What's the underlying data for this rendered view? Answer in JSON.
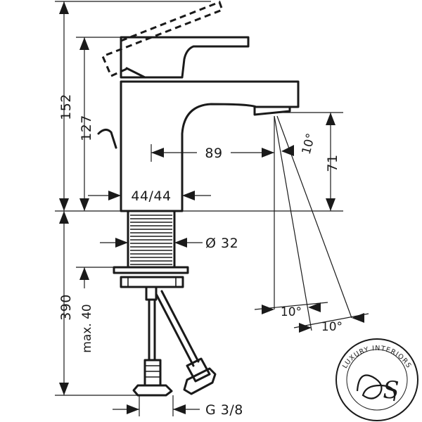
{
  "dimensions": {
    "total_height": "152",
    "spout_height": "127",
    "projection": "89",
    "outlet_height": "71",
    "base": "44/44",
    "shank_diameter": "Ø 32",
    "hose_length": "390",
    "max_deck": "max. 40",
    "thread": "G 3/8",
    "angle_spout": "10°",
    "angle_bottom_left": "10°",
    "angle_bottom_right": "10°"
  },
  "logo": {
    "text": "LUXURY INTERIORS",
    "monogram": "S"
  }
}
